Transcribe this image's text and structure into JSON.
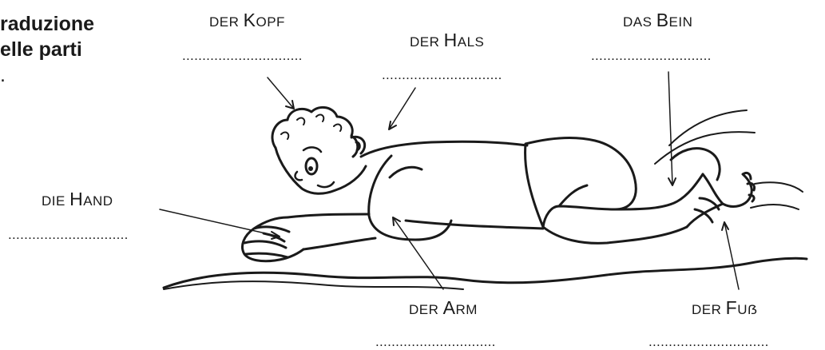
{
  "heading": {
    "line1": "raduzione",
    "line2": "elle parti",
    "line3": "."
  },
  "labels": {
    "kopf": {
      "article": "DER ",
      "initial": "K",
      "rest": "OPF"
    },
    "hals": {
      "article": "DER ",
      "initial": "H",
      "rest": "ALS"
    },
    "bein": {
      "article": "DAS ",
      "initial": "B",
      "rest": "EIN"
    },
    "hand": {
      "article": "DIE ",
      "initial": "H",
      "rest": "AND"
    },
    "arm": {
      "article": "DER ",
      "initial": "A",
      "rest": "RM"
    },
    "fuss": {
      "article": "DER ",
      "initial": "F",
      "rest": "Uẞ"
    }
  },
  "blanks": {
    "kopf": "..............................",
    "hals": "..............................",
    "bein": "..............................",
    "hand": "..............................",
    "arm": "..............................",
    "fuss": ".............................."
  }
}
